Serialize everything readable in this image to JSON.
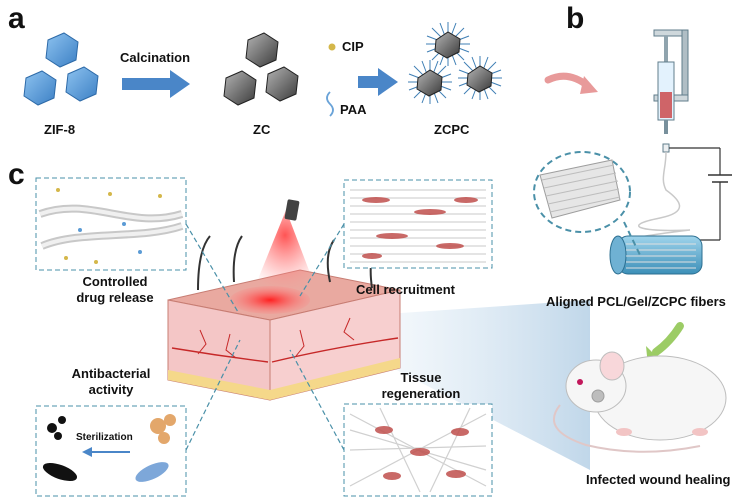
{
  "panels": {
    "a": "a",
    "b": "b",
    "c": "c"
  },
  "step_a": {
    "zif8": "ZIF-8",
    "calcination": "Calcination",
    "zc": "ZC",
    "cip": "CIP",
    "paa": "PAA",
    "zcpc": "ZCPC"
  },
  "step_b": {
    "fibers": "Aligned PCL/Gel/ZCPC fibers",
    "healing": "Infected wound healing"
  },
  "step_c": {
    "drug_release_line1": "Controlled",
    "drug_release_line2": "drug release",
    "cell_recruitment": "Cell recruitment",
    "antibacterial_line1": "Antibacterial",
    "antibacterial_line2": "activity",
    "sterilization": "Sterilization",
    "tissue_line1": "Tissue",
    "tissue_line2": "regeneration"
  },
  "colors": {
    "zif8_blue": "#5b9bd5",
    "zc_gray": "#6d6d6d",
    "arrow_blue": "#4a86c8",
    "arrow_pink": "#e89a9a",
    "arrow_green": "#9ccc65",
    "dashed_border": "#4a90a8",
    "skin_pink": "#f2b8b8",
    "laser_red": "#e53935"
  }
}
